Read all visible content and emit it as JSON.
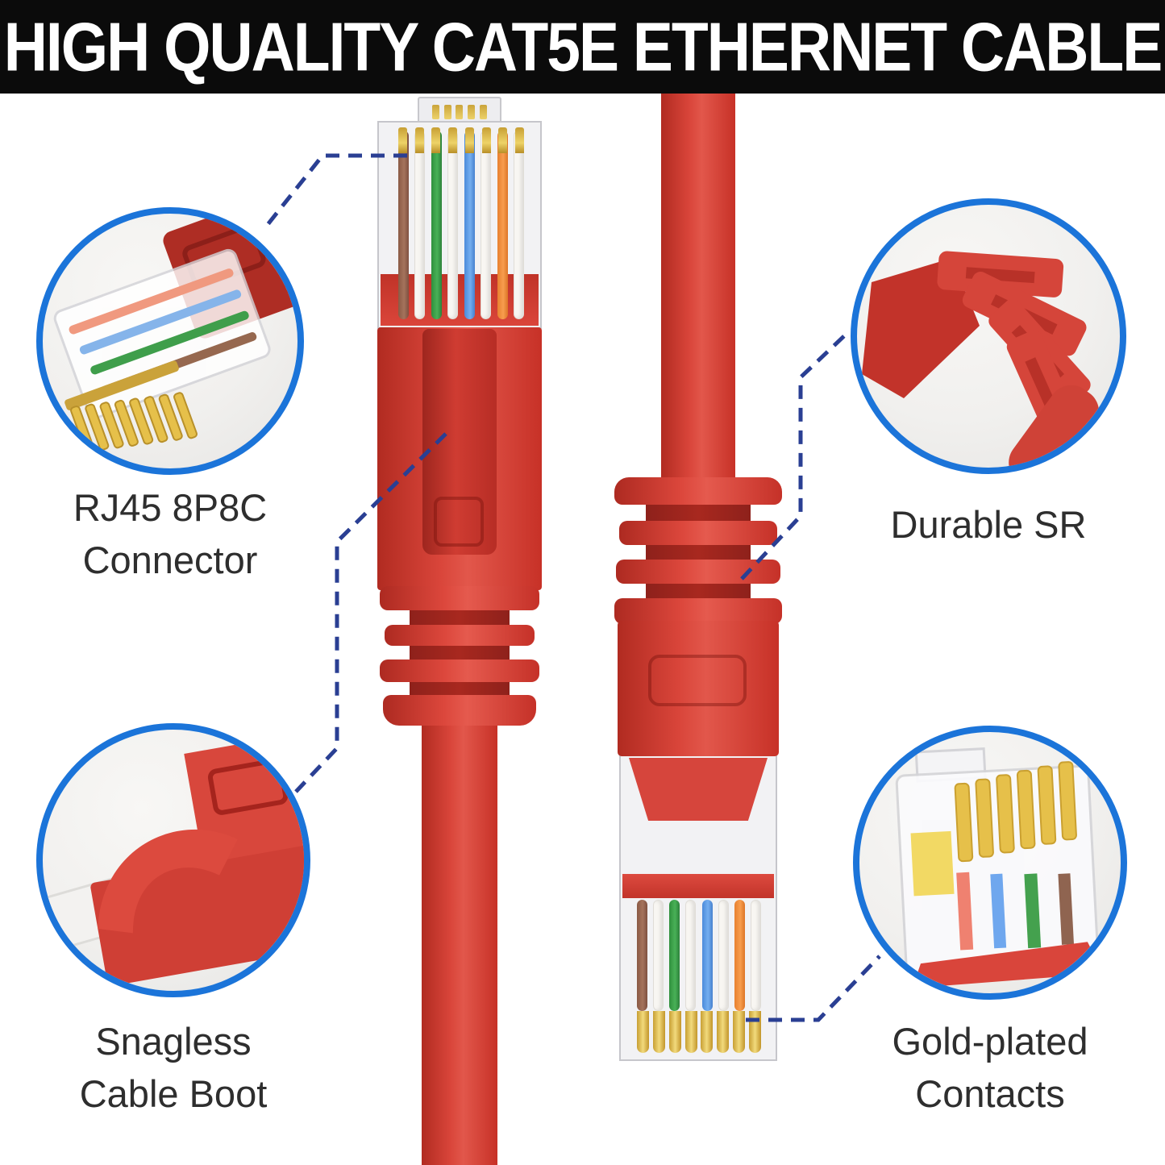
{
  "banner": {
    "title": "HIGH QUALITY CAT5E ETHERNET CABLE"
  },
  "callouts": {
    "rj45": {
      "line1": "RJ45 8P8C",
      "line2": "Connector"
    },
    "sr": {
      "line1": "Durable SR"
    },
    "boot": {
      "line1": "Snagless",
      "line2": "Cable Boot"
    },
    "gold": {
      "line1": "Gold-plated",
      "line2": "Contacts"
    }
  },
  "cable": {
    "color_name": "red",
    "wire_colors": [
      "brown",
      "white",
      "green",
      "white",
      "blue",
      "white",
      "orange",
      "white"
    ],
    "pin_count": 8
  },
  "colors": {
    "banner_bg": "#0b0b0b",
    "banner_text": "#ffffff",
    "cable_red": "#d9453a",
    "circle_border": "#1b74d9",
    "leader_line": "#2a3f93",
    "gold_contact": "#e3b93c",
    "label_text": "#2e2e2e"
  }
}
